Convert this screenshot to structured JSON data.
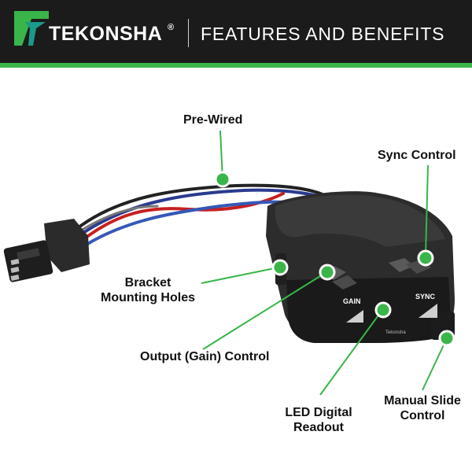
{
  "header": {
    "brand": "TEKONSHA",
    "registered_mark": "®",
    "title": "FEATURES AND BENEFITS"
  },
  "device": {
    "gain_label": "GAIN",
    "sync_label": "SYNC",
    "logo_text": "Tekonsha"
  },
  "callouts": {
    "pre_wired": "Pre-Wired",
    "sync_control": "Sync Control",
    "bracket_line1": "Bracket",
    "bracket_line2": "Mounting Holes",
    "output_gain": "Output (Gain) Control",
    "led_line1": "LED Digital",
    "led_line2": "Readout",
    "manual_line1": "Manual Slide",
    "manual_line2": "Control"
  },
  "colors": {
    "accent_green": "#39b54a",
    "header_bg": "#1b1b1b"
  }
}
